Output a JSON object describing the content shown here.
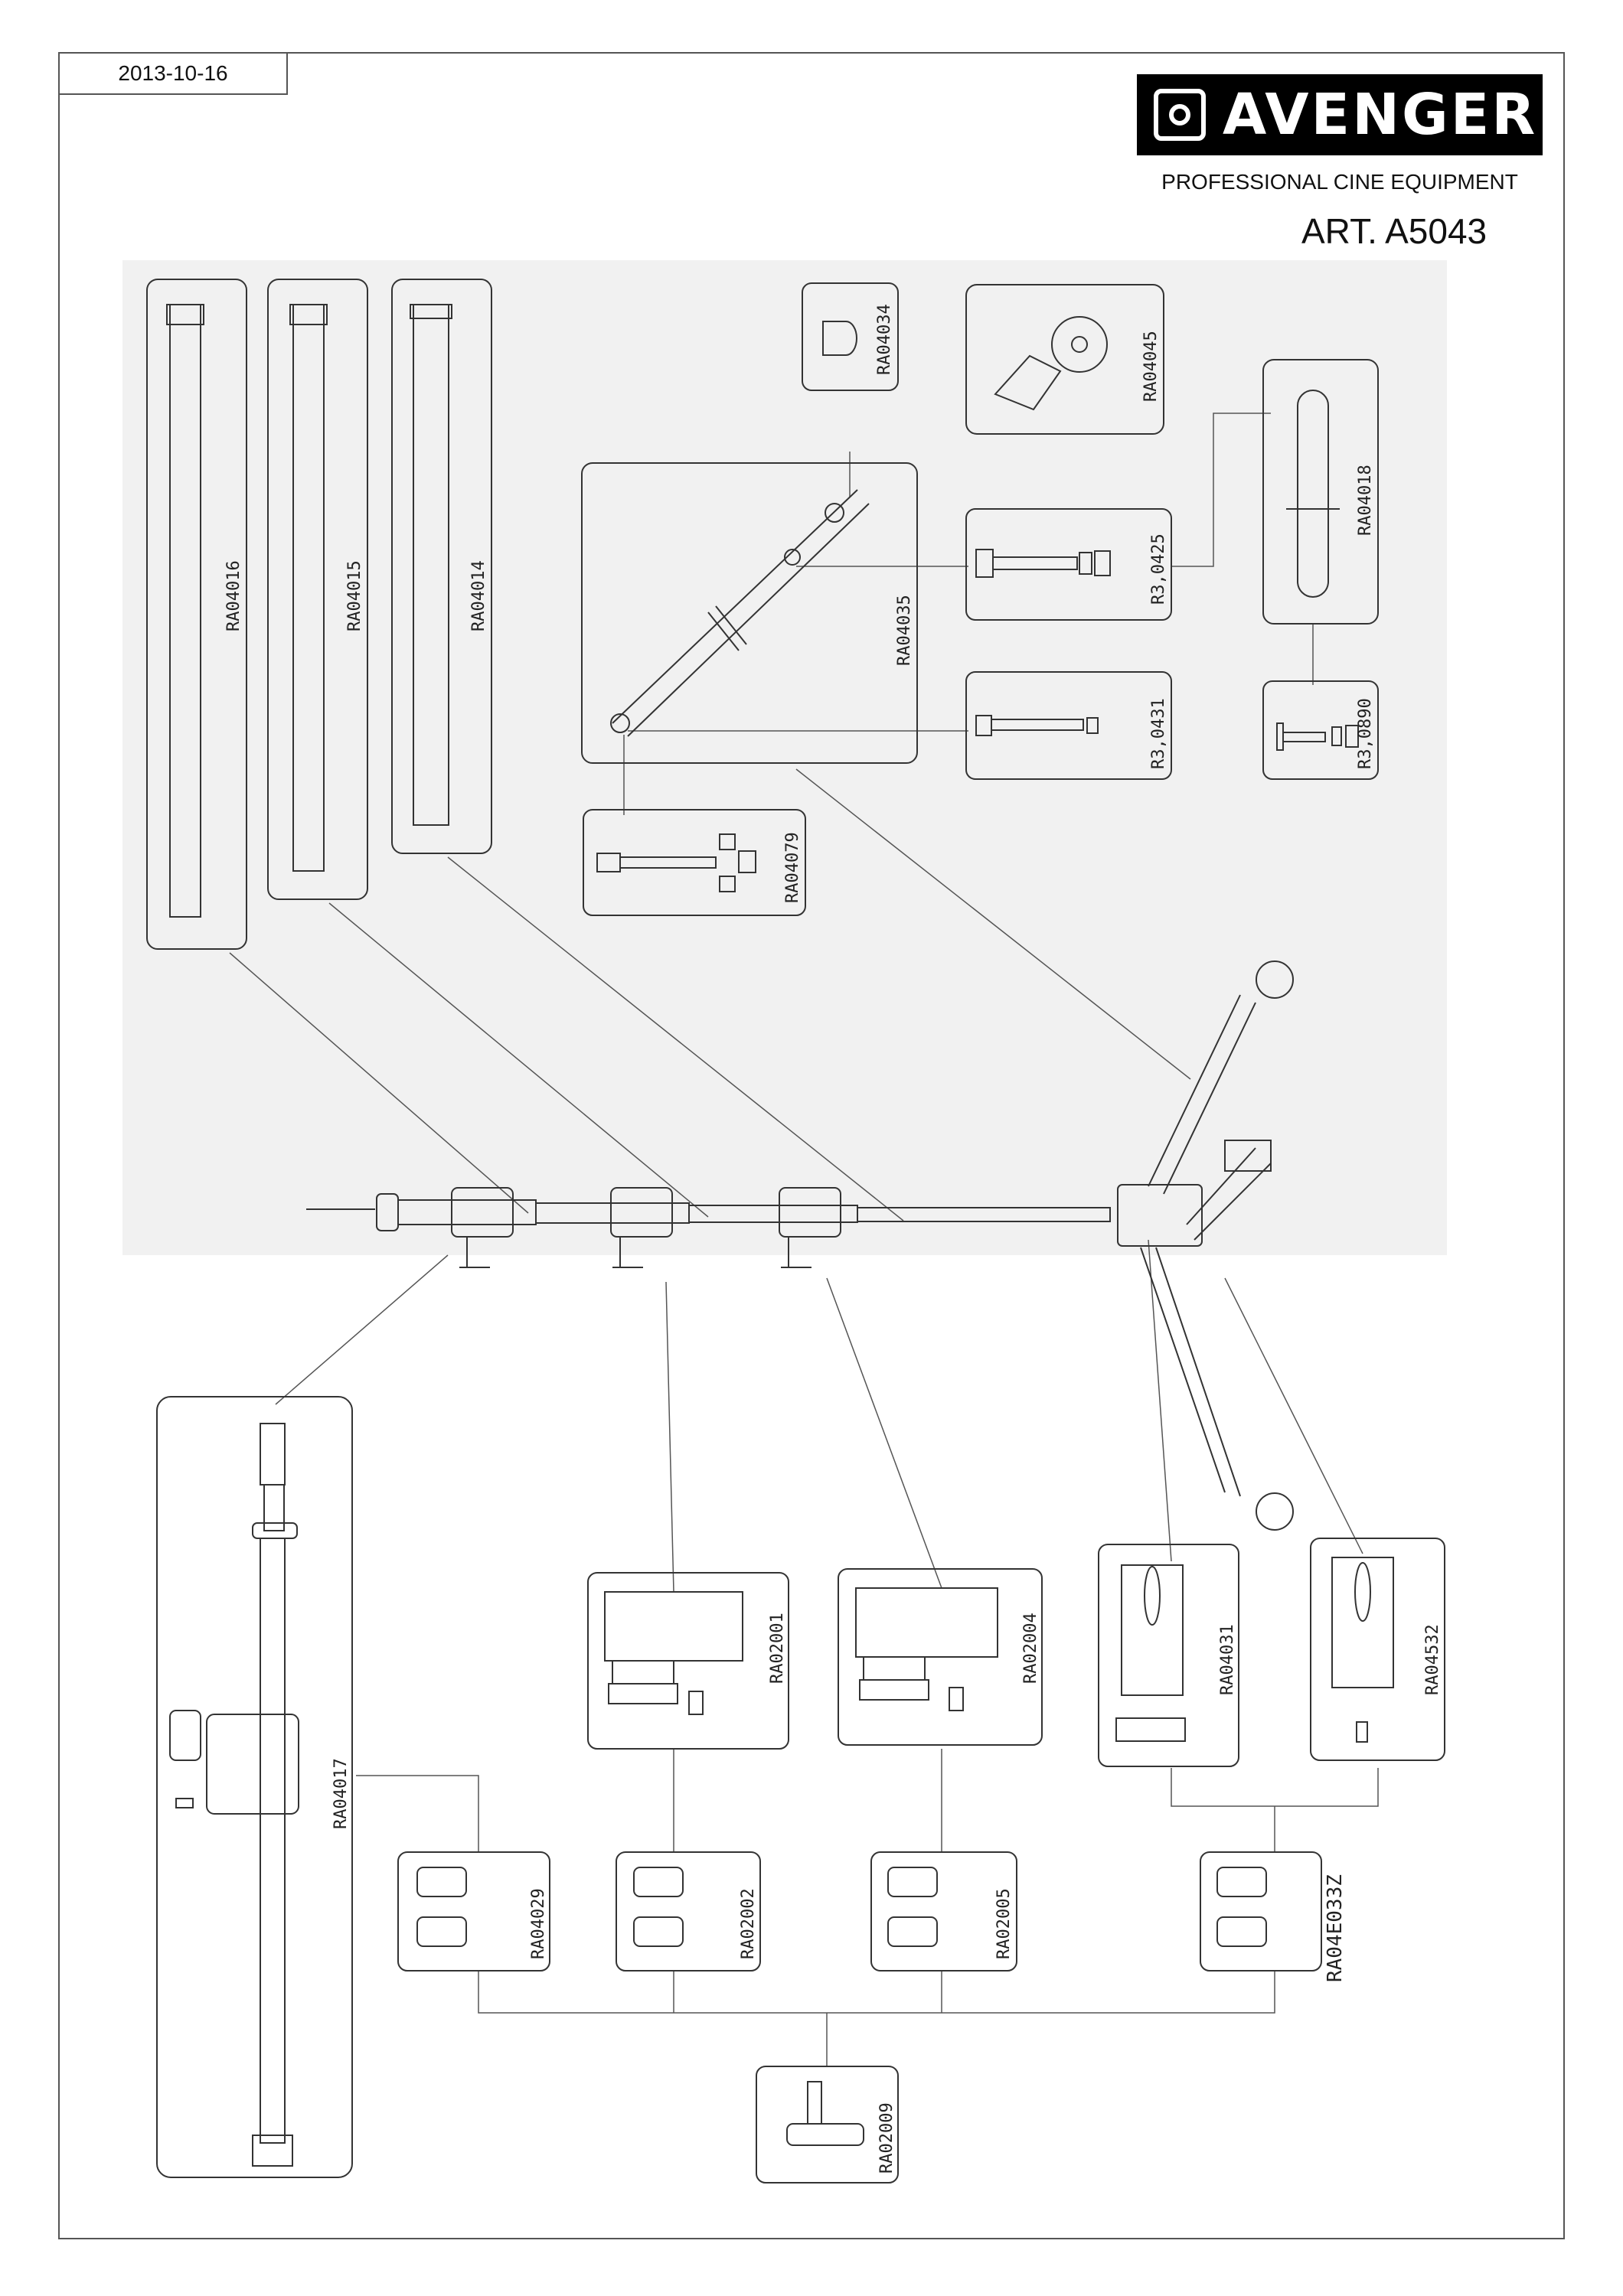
{
  "header": {
    "date": "2013-10-16",
    "brand": "AVENGER",
    "tagline": "PROFESSIONAL CINE EQUIPMENT",
    "article": "ART. A5043"
  },
  "parts": {
    "p01": "RA04016",
    "p02": "RA04015",
    "p03": "RA04014",
    "p04": "RA04034",
    "p05": "RA04045",
    "p06": "RA04035",
    "p07": "R3,0425",
    "p08": "RA04018",
    "p09": "R3,0431",
    "p10": "R3,0890",
    "p11": "RA04079",
    "p12": "RA04017",
    "p13": "RA02001",
    "p14": "RA02004",
    "p15": "RA04031",
    "p16": "RA04532",
    "p17": "RA04029",
    "p18": "RA02002",
    "p19": "RA02005",
    "p20": "RA04E033Z",
    "p21": "RA02009"
  }
}
